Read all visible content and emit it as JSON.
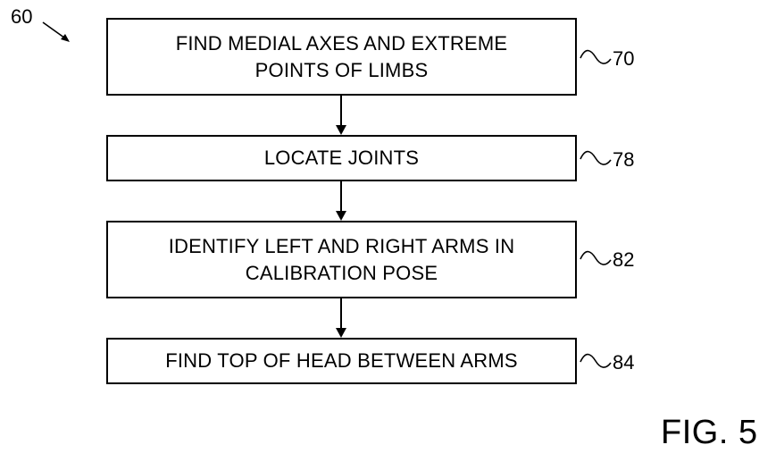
{
  "figure": {
    "ref": "60",
    "label": "FIG. 5"
  },
  "steps": [
    {
      "ref": "70",
      "line1": "FIND MEDIAL AXES AND EXTREME",
      "line2": "POINTS OF LIMBS"
    },
    {
      "ref": "78",
      "line1": "LOCATE JOINTS",
      "line2": ""
    },
    {
      "ref": "82",
      "line1": "IDENTIFY LEFT AND RIGHT ARMS IN",
      "line2": "CALIBRATION POSE"
    },
    {
      "ref": "84",
      "line1": "FIND TOP OF HEAD BETWEEN ARMS",
      "line2": ""
    }
  ]
}
